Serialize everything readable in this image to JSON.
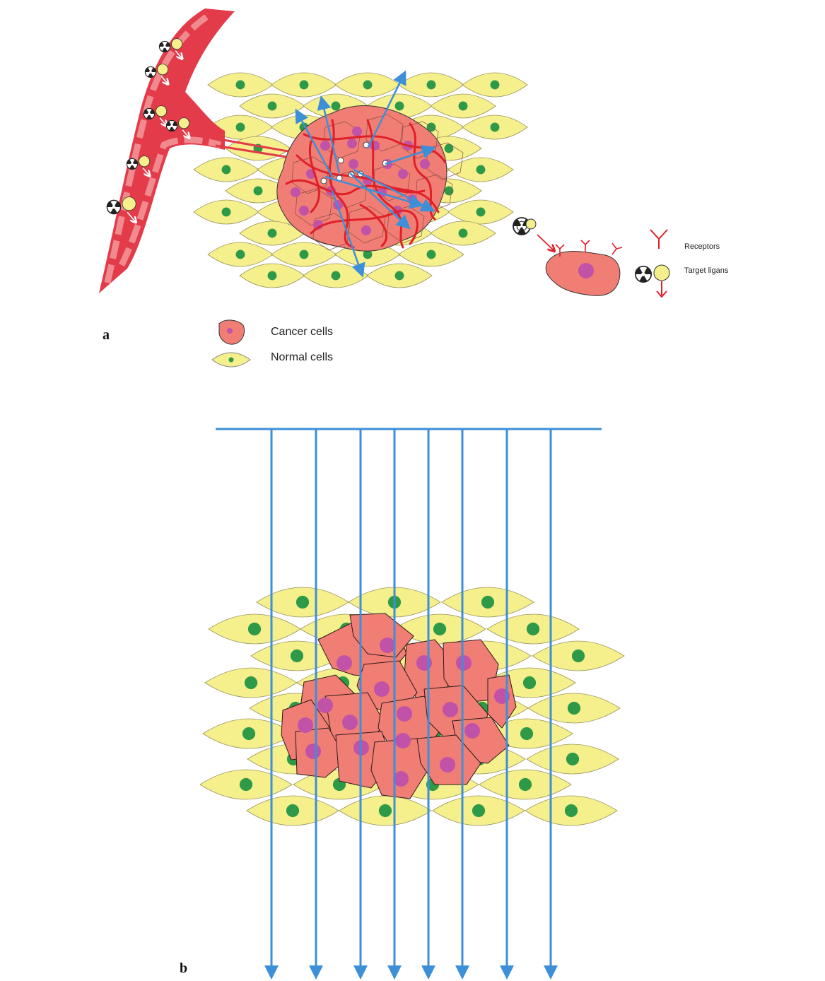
{
  "panel_a": {
    "label": "a",
    "legend": {
      "cancer_cells": "Cancer cells",
      "normal_cells": "Normal cells"
    },
    "inset": {
      "receptors": "Receptors",
      "target_ligands": "Target ligans"
    }
  },
  "panel_b": {
    "label": "b",
    "beam_count": 8
  },
  "colors": {
    "vessel": "#e33b4a",
    "vessel_wall": "#f08a8f",
    "normal_cell": "#f5ef8c",
    "normal_nucleus": "#2e9a48",
    "cancer_cell": "#f07e74",
    "cancer_nucleus": "#c053a8",
    "arrow_blue": "#3d8fd8",
    "fiber_red": "#e11f28"
  }
}
